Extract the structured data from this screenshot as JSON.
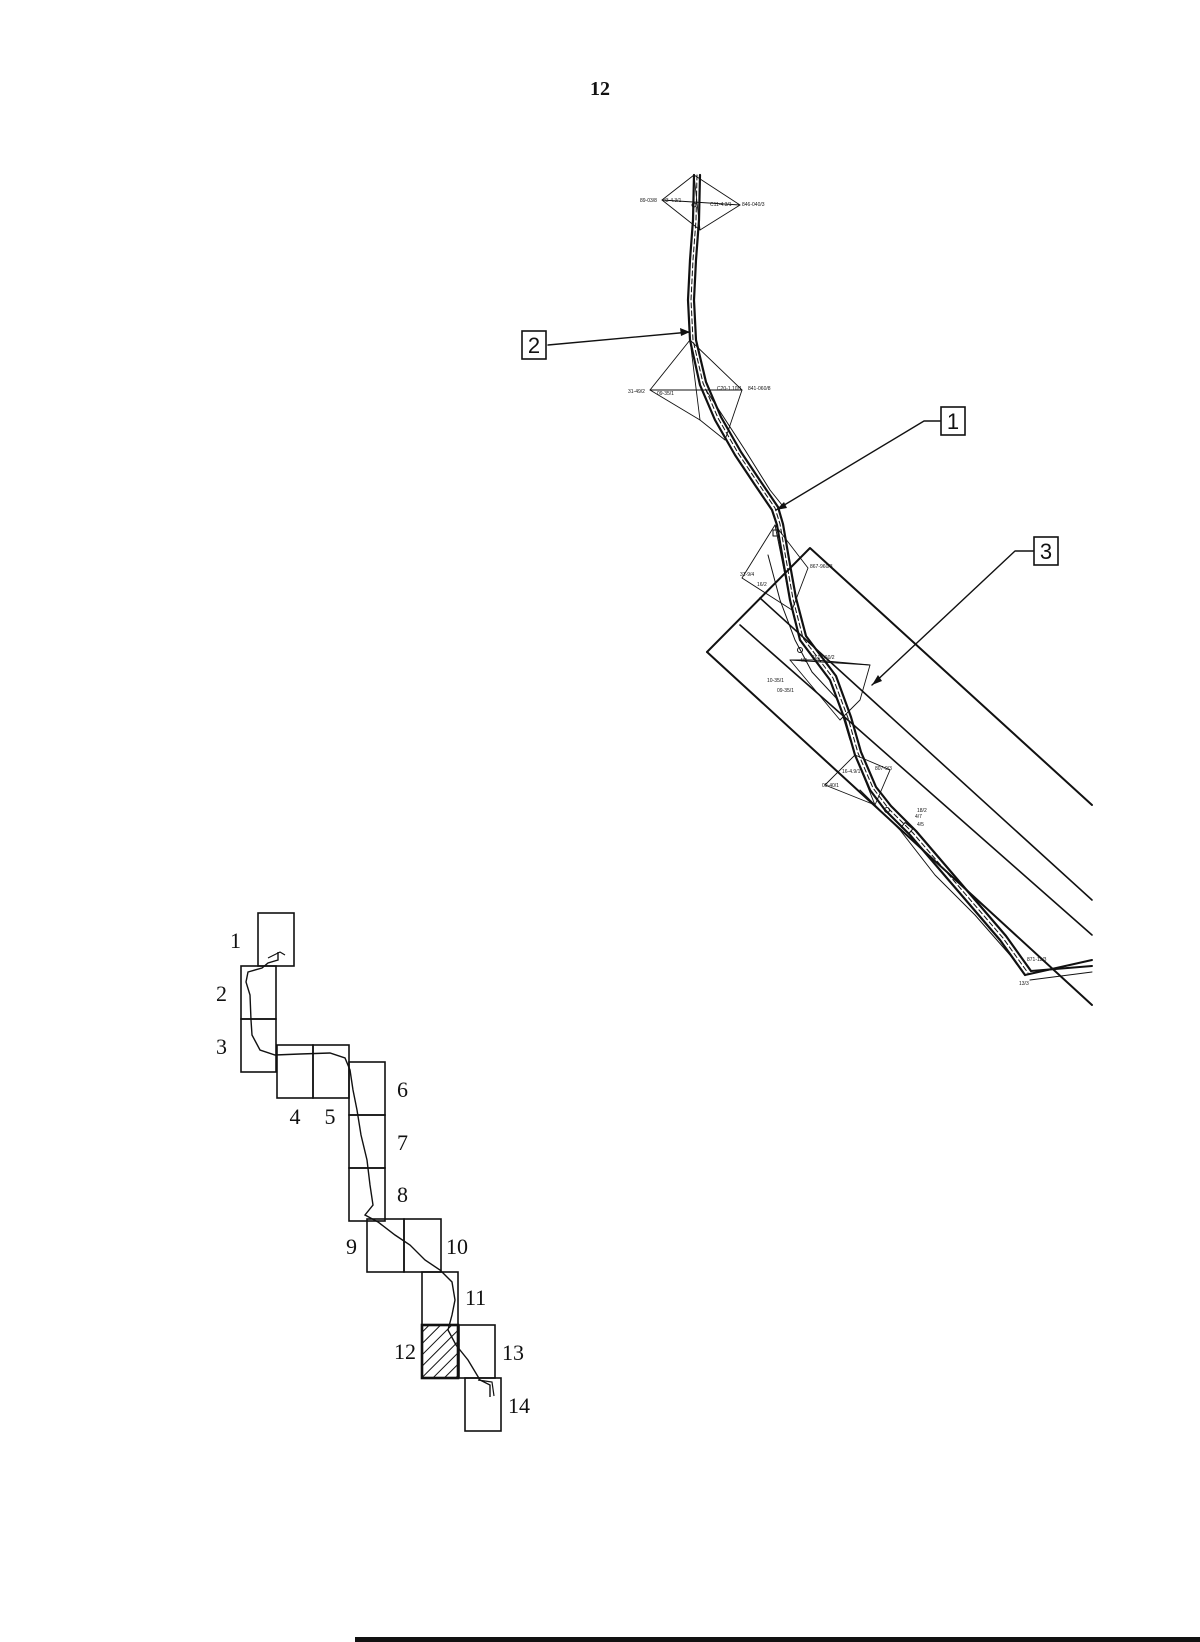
{
  "page": {
    "number": "12"
  },
  "callouts": [
    {
      "id": "1",
      "label": "1"
    },
    {
      "id": "2",
      "label": "2"
    },
    {
      "id": "3",
      "label": "3"
    }
  ],
  "station_labels": [
    "89-03/8",
    "33-4.3/1",
    "C11-4.3/1",
    "846-040/3",
    "31-49/2",
    "09-35/1",
    "C20-1.10/1",
    "841-060/8",
    "31-9/4",
    "16/2",
    "867-960/3",
    "661-060/2",
    "10-35/1",
    "09-35/1",
    "4/3",
    "807-9/3",
    "16-4.9/1",
    "09-40/1",
    "4/7",
    "18/2",
    "4/5",
    "871-11/3",
    "13/3"
  ],
  "key_map": {
    "sheets": [
      "1",
      "2",
      "3",
      "4",
      "5",
      "6",
      "7",
      "8",
      "9",
      "10",
      "11",
      "12",
      "13",
      "14"
    ],
    "highlighted_sheet": "12"
  }
}
